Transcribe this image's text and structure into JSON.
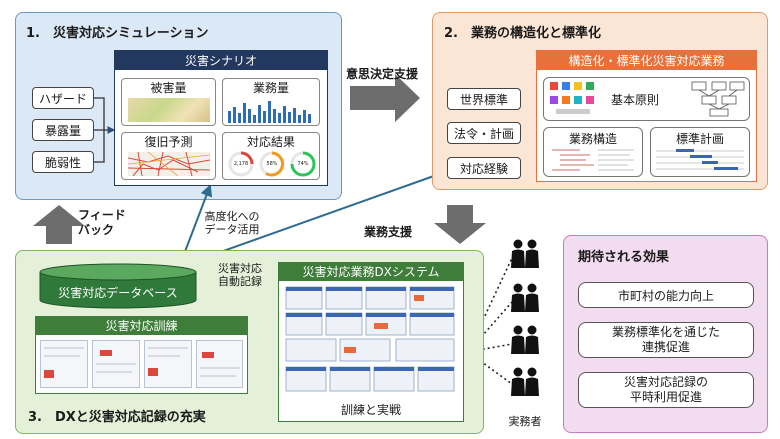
{
  "section1": {
    "title": "1.　災害対応シミュレーション",
    "inputs": [
      "ハザード",
      "暴露量",
      "脆弱性"
    ],
    "scenario": {
      "header": "災害シナリオ",
      "cells": [
        "被害量",
        "業務量",
        "復旧予測",
        "対応結果"
      ],
      "gauges": [
        "2,178",
        "58%",
        "74%"
      ]
    }
  },
  "section2": {
    "title": "2.　業務の構造化と標準化",
    "inputs": [
      "世界標準",
      "法令・計画",
      "対応経験"
    ],
    "header": "構造化・標準化災害対応業務",
    "principle": "基本原則",
    "structure": "業務構造",
    "plan": "標準計画"
  },
  "section3": {
    "title": "3.　DXと災害対応記録の充実",
    "database": "災害対応データベース",
    "training": "災害対応訓練",
    "system_header": "災害対応業務DXシステム",
    "system_caption": "訓練と実戦"
  },
  "effects": {
    "title": "期待される効果",
    "items": [
      "市町村の能力向上",
      "業務標準化を通じた\n連携促進",
      "災害対応記録の\n平時利用促進"
    ]
  },
  "flows": {
    "decision": "意思決定支援",
    "business": "業務支援",
    "feedback": "フィード\nバック",
    "data_use": "高度化への\nデータ活用",
    "auto_record": "災害対応\n自動記録",
    "practitioner": "実務者"
  },
  "colors": {
    "navy": "#22385f",
    "orange": "#e8703a",
    "green": "#3f7d3a",
    "arrow_gray": "#6d6d6d"
  }
}
